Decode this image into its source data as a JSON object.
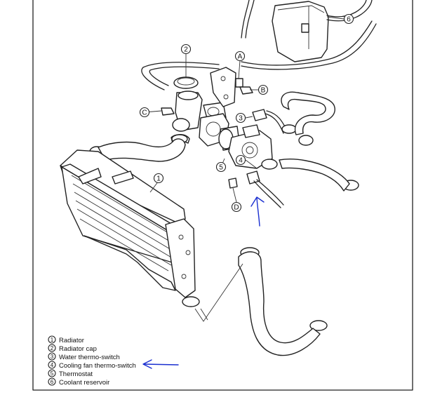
{
  "callouts": {
    "c1": "1",
    "c2": "2",
    "c3": "3",
    "c4": "4",
    "c5": "5",
    "c6": "6",
    "cA": "A",
    "cB": "B",
    "cC": "C",
    "cD": "D"
  },
  "legend": [
    {
      "num": "1",
      "label": "Radiator"
    },
    {
      "num": "2",
      "label": "Radiator cap"
    },
    {
      "num": "3",
      "label": "Water thermo-switch"
    },
    {
      "num": "4",
      "label": "Cooling fan thermo-switch"
    },
    {
      "num": "5",
      "label": "Thermostat"
    },
    {
      "num": "6",
      "label": "Coolant reservoir"
    }
  ],
  "annotation_color": "#1a2fd0"
}
